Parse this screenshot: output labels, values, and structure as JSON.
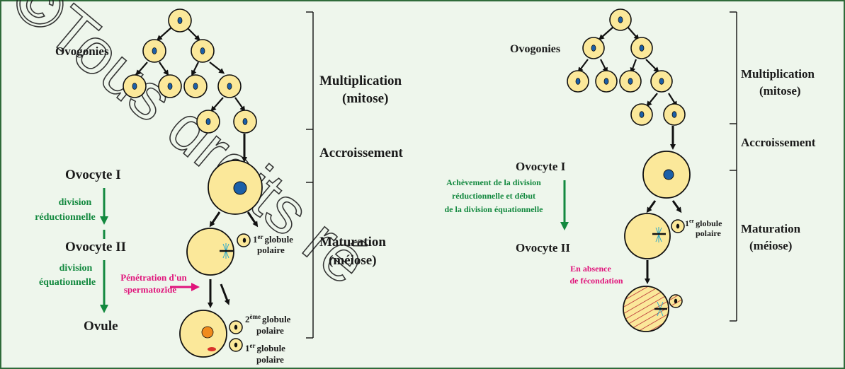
{
  "watermark": "©Tous droits ré",
  "left": {
    "ovogonies": "Ovogonies",
    "ovocyte1": "Ovocyte I",
    "div_red": [
      "division",
      "réductionnelle"
    ],
    "ovocyte2": "Ovocyte II",
    "div_eq": [
      "division",
      "équationnelle"
    ],
    "ovule": "Ovule",
    "penetration": [
      "Pénétration d'un",
      "spermatozïde"
    ],
    "globule1": {
      "sup": "er",
      "text": "globule",
      "line2": "polaire",
      "num": "1"
    },
    "globule2": {
      "sup": "ème",
      "text": "globule",
      "line2": "polaire",
      "num": "2"
    },
    "globule1b": {
      "sup": "er",
      "text": "globule",
      "line2": "polaire",
      "num": "1"
    },
    "phases": {
      "multiplication": [
        "Multiplication",
        "(mitose)"
      ],
      "accroissement": "Accroissement",
      "maturation": [
        "Maturation",
        "(méiose)"
      ]
    }
  },
  "right": {
    "ovogonies": "Ovogonies",
    "ovocyte1": "Ovocyte I",
    "achevement": [
      "Achèvement de la division",
      "réductionnelle et début",
      "de la division équationnelle"
    ],
    "ovocyte2": "Ovocyte II",
    "absence": [
      "En absence",
      "de  fécondation"
    ],
    "globule1": {
      "sup": "er",
      "text": "globule",
      "line2": "polaire",
      "num": "1"
    },
    "phases": {
      "multiplication": [
        "Multiplication",
        "(mitose)"
      ],
      "accroissement": "Accroissement",
      "maturation": [
        "Maturation",
        "(méiose)"
      ]
    }
  },
  "colors": {
    "cell_fill": "#fbe89a",
    "nucleus": "#1b5fa8",
    "green_text": "#13893f",
    "pink_text": "#e0147b",
    "border": "#2f6b3a"
  }
}
